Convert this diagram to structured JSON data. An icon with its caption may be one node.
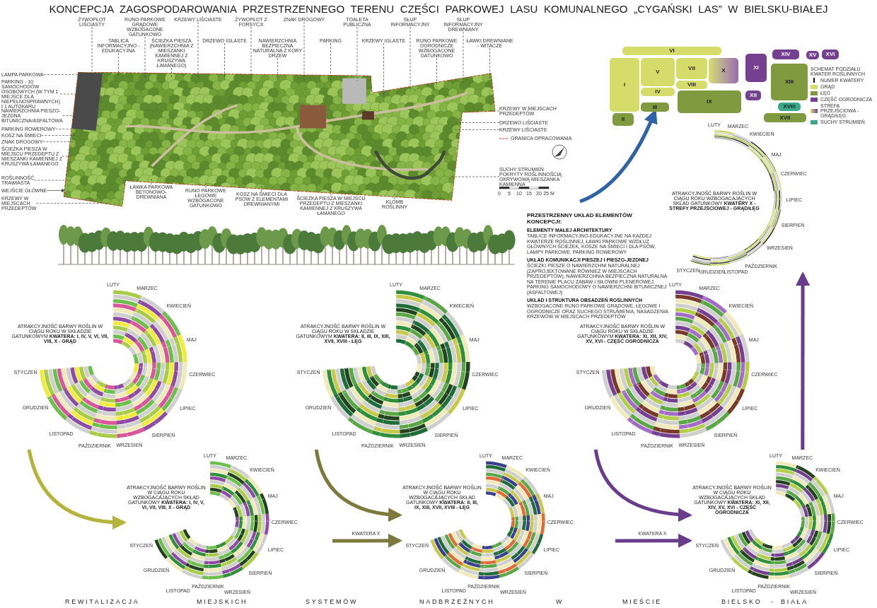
{
  "diagram": {
    "title": "KONCEPCJA ZAGOSPODAROWANIA PRZESTRZENNEGO TERENU CZĘŚCI PARKOWEJ LASU KOMUNALNEGO „CYGAŃSKI LAS” W BIELSKU-BIAŁEJ",
    "nodes": [
      {
        "text": [
          "ŻYWOPŁOT LIŚCIASTY"
        ]
      },
      {
        "text": [
          "TABLICA INFORMACYJNO - EDUKACYJNA"
        ]
      },
      {
        "text": [
          "RUNO PARKOWE GRĄDOWE WZBOGACONE GATUNKOWO"
        ]
      },
      {
        "text": [
          "ŚCIEŻKA PIESZA (NAWIERZCHNIA Z MIESZANKI KAMIENNEJ Z KRUSZYWA ŁAMANEGO)"
        ]
      },
      {
        "text": [
          "KRZEWY LIŚCIASTE"
        ]
      },
      {
        "text": [
          "DRZEWO IGLASTE"
        ]
      },
      {
        "text": [
          "ŻYWOPŁOT Z FORSYCJI"
        ]
      },
      {
        "text": [
          "NAWIERZCHNIA BEZPIECZNA NATURALNA Z KORY DRZEW"
        ]
      },
      {
        "text": [
          "ZNAK DROGOWY"
        ]
      },
      {
        "text": [
          "PARKING"
        ]
      },
      {
        "text": [
          "TOALETA PUBLICZNA"
        ]
      },
      {
        "text": [
          "KRZEWY IGLASTE"
        ]
      },
      {
        "text": [
          "SŁUP INFORMACYJNY"
        ]
      },
      {
        "text": [
          "RUNO PARKOWE OGRODNICZE WZBOGACONE GATUNKOWO"
        ]
      },
      {
        "text": [
          "SŁUP INFORMACYJNY DREWNIANY"
        ]
      },
      {
        "text": [
          "ŁAWKI DREWNIANE - WITACZE"
        ]
      },
      {
        "text": [
          "LAMPA PARKOWA"
        ]
      },
      {
        "text": [
          "PARKING - 10 SAMOCHODÓW OSOBOWYCH (W TYM 1 MIEJSCE DLA NIEPEŁNOSPRAWNYCH) I 1 AUTOKARU"
        ]
      },
      {
        "text": [
          "NAWIERZCHNIA PIESZO-JEZDNA BITUMICZNA/ASFALTOWA"
        ]
      },
      {
        "text": [
          "PARKING ROWEROWY"
        ]
      },
      {
        "text": [
          "KOSZ NA ŚMIECI"
        ]
      },
      {
        "text": [
          "ZNAK DROGOWY"
        ]
      },
      {
        "text": [
          "ŚCIEŻKA PIESZA W MIEJSCU PRZEDEPTU Z MIESZANKI KAMIENNEJ Z KRUSZYWA ŁAMANEGO"
        ]
      },
      {
        "text": [
          "ROŚLINNOŚĆ TRAWIASTA"
        ]
      },
      {
        "text": [
          "WEJŚCIE GŁÓWNE"
        ]
      },
      {
        "text": [
          "KRZEWY W MIEJSCACH PRZEDEPTÓW"
        ]
      },
      {
        "text": [
          "ŁAWKA PARKOWA BETONOWO-DREWNIANA"
        ]
      },
      {
        "text": [
          "RUNO PARKOWE ŁĘGOWE WZBOGACONE GATUNKOWO"
        ]
      },
      {
        "text": [
          "KOSZ NA ŚMIECI DLA PSÓW Z ELEMENTAMI DREWNIANYMI"
        ]
      },
      {
        "text": [
          "ŚCIEŻKA PIESZA W MIEJSCU PRZEDEPTU Z MIESZANKI KAMIENNEJ Z KRUSZYWA ŁAMANEGO"
        ]
      },
      {
        "text": [
          "KLOMB ROŚLINNY"
        ]
      },
      {
        "text": [
          "KRZEWY W MIEJSCACH PRZEDEPTÓW"
        ]
      },
      {
        "text": [
          "DRZEWO LIŚCIASTE"
        ]
      },
      {
        "text": [
          "KRZEWY LIŚCIASTE"
        ]
      },
      {
        "text": [
          "SUCHY STRUMIEŃ POKRYTY ROŚLINNOŚCIĄ OKRYWOWĄ MIESZANKA KAMIENNA"
        ]
      },
      {
        "text": [
          "I"
        ]
      },
      {
        "text": [
          "II"
        ]
      },
      {
        "text": [
          "III"
        ]
      },
      {
        "text": [
          "IV"
        ]
      },
      {
        "text": [
          "V"
        ]
      },
      {
        "text": [
          "VI"
        ]
      },
      {
        "text": [
          "VII"
        ]
      },
      {
        "text": [
          "VIII"
        ]
      },
      {
        "text": [
          "IX"
        ]
      },
      {
        "text": [
          "X"
        ]
      },
      {
        "text": [
          "XI"
        ]
      },
      {
        "text": [
          "XII"
        ]
      },
      {
        "text": [
          "XIII"
        ]
      },
      {
        "text": [
          "XIV"
        ]
      },
      {
        "text": [
          "XV"
        ]
      },
      {
        "text": [
          "XVI"
        ]
      },
      {
        "text": [
          "XVII"
        ]
      },
      {
        "text": [
          "XVIII"
        ]
      },
      {
        "text": [
          "ATRAKCYJNOŚĆ BARWY ROŚLIN W CIĄGU ROKU WZBOGACAJĄCYCH SKŁAD GATUNKOWY **KWATERY X - STREFY PRZEJŚCIOWEJ - GRĄD/ŁĘG**",
          "LUTY",
          "MARZEC",
          "KWIECIEŃ",
          "MAJ",
          "CZERWIEC",
          "LIPIEC",
          "SIERPIEŃ",
          "WRZESIEŃ",
          "PAŹDZIERNIK",
          "LISTOPAD",
          "GRUDZIEŃ",
          "STYCZEŃ"
        ]
      },
      {
        "text": [
          "ATRAKCYJNOŚĆ BARWY ROŚLIN W CIĄGU ROKU W SKŁADZIE GATUNKOWYM **KWATERA: I, IV, V, VI, VII, VIII, X - GRĄD**",
          "LUTY",
          "MARZEC",
          "KWIECIEŃ",
          "MAJ",
          "CZERWIEC",
          "LIPIEC",
          "SIERPIEŃ",
          "WRZESIEŃ",
          "PAŹDZIERNIK",
          "LISTOPAD",
          "GRUDZIEŃ",
          "STYCZEŃ"
        ]
      },
      {
        "text": [
          "ATRAKCYJNOŚĆ BARWY ROŚLIN W CIĄGU ROKU W SKŁADZIE GATUNKOWYM **KWATERA: II, III, IX, XIII, XVII, XVIII - ŁĘG**",
          "LUTY",
          "MARZEC",
          "KWIECIEŃ",
          "MAJ",
          "CZERWIEC",
          "LIPIEC",
          "SIERPIEŃ",
          "WRZESIEŃ",
          "PAŹDZIERNIK",
          "LISTOPAD",
          "GRUDZIEŃ",
          "STYCZEŃ"
        ]
      },
      {
        "text": [
          "ATRAKCYJNOŚĆ BARWY ROŚLIN W CIĄGU ROKU W SKŁADZIE GATUNKOWYM **KWATERA: XI, XII, XIV, XV, XVI - CZĘŚĆ OGRODNICZA**",
          "LUTY",
          "MARZEC",
          "KWIECIEŃ",
          "MAJ",
          "CZERWIEC",
          "LIPIEC",
          "SIERPIEŃ",
          "WRZESIEŃ",
          "PAŹDZIERNIK",
          "LISTOPAD",
          "GRUDZIEŃ",
          "STYCZEŃ"
        ]
      },
      {
        "text": [
          "ATRAKCYJNOŚĆ BARWY ROŚLIN W CIĄGU ROKU WZBOGACAJĄCYCH SKŁAD GATUNKOWY **KWATERA: I, IV, V, VI, VII, VIII, X - GRĄD**",
          "LUTY",
          "MARZEC",
          "KWIECIEŃ",
          "MAJ",
          "CZERWIEC",
          "LIPIEC",
          "SIERPIEŃ",
          "WRZESIEŃ",
          "PAŹDZIERNIK",
          "LISTOPAD",
          "GRUDZIEŃ",
          "STYCZEŃ"
        ]
      },
      {
        "text": [
          "ATRAKCYJNOŚĆ BARWY ROŚLIN W CIĄGU ROKU WZBOGACAJĄCYCH SKŁAD GATUNKOWY **KWATERA: II, III, IX, XIII, XVII, XVIII - ŁĘG**",
          "LUTY",
          "MARZEC",
          "KWIECIEŃ",
          "MAJ",
          "CZERWIEC",
          "LIPIEC",
          "SIERPIEŃ",
          "WRZESIEŃ",
          "PAŹDZIERNIK",
          "LISTOPAD",
          "GRUDZIEŃ",
          "STYCZEŃ"
        ]
      },
      {
        "text": [
          "ATRAKCYJNOŚĆ BARWY ROŚLIN W CIĄGU ROKU WZBOGACAJĄCYCH SKŁAD GATUNKOWY **KWATERA: XI, XII, XIV, XV, XVI - CZĘŚĆ OGRODNICZA**",
          "LUTY",
          "MARZEC",
          "KWIECIEŃ",
          "MAJ",
          "CZERWIEC",
          "LIPIEC",
          "SIERPIEŃ",
          "WRZESIEŃ",
          "PAŹDZIERNIK",
          "LISTOPAD",
          "GRUDZIEŃ",
          "STYCZEŃ"
        ]
      },
      {
        "text": [],
        "shape": "picture"
      }
    ],
    "edges": [
      {
        "from": 0,
        "to": 60,
        "arrow": "none",
        "style": "dashed"
      },
      {
        "from": 1,
        "to": 60,
        "arrow": "none",
        "style": "dashed"
      },
      {
        "from": 2,
        "to": 60,
        "arrow": "none",
        "style": "dashed"
      },
      {
        "from": 3,
        "to": 60,
        "arrow": "none",
        "style": "dashed"
      },
      {
        "from": 4,
        "to": 60,
        "arrow": "none",
        "style": "dashed"
      },
      {
        "from": 5,
        "to": 60,
        "arrow": "none",
        "style": "dashed"
      },
      {
        "from": 6,
        "to": 60,
        "arrow": "none",
        "style": "dashed"
      },
      {
        "from": 7,
        "to": 60,
        "arrow": "none",
        "style": "dashed"
      },
      {
        "from": 8,
        "to": 60,
        "arrow": "none",
        "style": "dashed"
      },
      {
        "from": 9,
        "to": 60,
        "arrow": "none",
        "style": "dashed"
      },
      {
        "from": 10,
        "to": 60,
        "arrow": "none",
        "style": "dashed"
      },
      {
        "from": 11,
        "to": 60,
        "arrow": "none",
        "style": "dashed"
      },
      {
        "from": 12,
        "to": 60,
        "arrow": "none",
        "style": "dashed"
      },
      {
        "from": 13,
        "to": 60,
        "arrow": "none",
        "style": "dashed"
      },
      {
        "from": 14,
        "to": 60,
        "arrow": "none",
        "style": "dashed"
      },
      {
        "from": 15,
        "to": 60,
        "arrow": "none",
        "style": "dashed"
      },
      {
        "from": 16,
        "to": 60,
        "arrow": "none",
        "style": "dashed"
      },
      {
        "from": 17,
        "to": 60,
        "arrow": "none",
        "style": "dashed"
      },
      {
        "from": 18,
        "to": 60,
        "arrow": "none",
        "style": "dashed"
      },
      {
        "from": 19,
        "to": 60,
        "arrow": "none",
        "style": "dashed"
      },
      {
        "from": 20,
        "to": 60,
        "arrow": "none",
        "style": "dashed"
      },
      {
        "from": 21,
        "to": 60,
        "arrow": "none",
        "style": "dashed"
      },
      {
        "from": 22,
        "to": 60,
        "arrow": "none",
        "style": "dashed"
      },
      {
        "from": 23,
        "to": 60,
        "arrow": "none",
        "style": "dashed"
      },
      {
        "from": 24,
        "to": 60,
        "arrow": "to"
      },
      {
        "from": 25,
        "to": 60,
        "arrow": "none",
        "style": "dashed"
      },
      {
        "from": 26,
        "to": 60,
        "arrow": "none",
        "style": "dashed"
      },
      {
        "from": 27,
        "to": 60,
        "arrow": "none",
        "style": "dashed"
      },
      {
        "from": 28,
        "to": 60,
        "arrow": "none",
        "style": "dashed"
      },
      {
        "from": 29,
        "to": 60,
        "arrow": "none",
        "style": "dashed"
      },
      {
        "from": 30,
        "to": 60,
        "arrow": "none",
        "style": "dashed"
      },
      {
        "from": 31,
        "to": 60,
        "arrow": "none",
        "style": "dashed"
      },
      {
        "from": 32,
        "to": 60,
        "arrow": "none",
        "style": "dashed"
      },
      {
        "from": 33,
        "to": 60,
        "arrow": "none",
        "style": "dashed"
      },
      {
        "from": 34,
        "to": 60,
        "arrow": "none",
        "style": "dashed"
      },
      {
        "from": null,
        "to": 37,
        "arrow": "to",
        "style": "thick",
        "color": "#2f63a6"
      },
      {
        "from": 54,
        "to": 57,
        "arrow": "to",
        "style": "thick",
        "color": "#b4b43c"
      },
      {
        "from": 55,
        "to": 58,
        "arrow": "to",
        "style": "thick",
        "color": "#7d7a3e"
      },
      {
        "from": null,
        "to": 58,
        "arrow": "to",
        "label": "KWATERA X",
        "style": "thick",
        "color": "#7d7a3e"
      },
      {
        "from": 56,
        "to": 59,
        "arrow": "to",
        "style": "thick",
        "color": "#6a3d8c"
      },
      {
        "from": null,
        "to": 59,
        "arrow": "to",
        "label": "KWATERA X",
        "style": "thick",
        "color": "#6a3d8c"
      },
      {
        "from": 59,
        "to": 53,
        "arrow": "to",
        "style": "thick",
        "color": "#6a3d8c"
      }
    ],
    "labels": [
      "0",
      "5",
      "10",
      "15",
      "20",
      "25 M",
      "SCHEMAT PODZIAŁU KWATER ROŚLINNYCH",
      "PRZESTRZENNY UKŁAD ELEMENTÓW KONCEPCJI:",
      "ELEMENTY MAŁEJ ARCHITEKTURY",
      "TABLICE INFORMACYJNO-EDUKACYJNE NA KAŻDEJ KWATERZE ROŚLINNEJ, ŁAWKI PARKOWE WZDŁUŻ GŁÓWNYCH ŚCIEŻEK, KOSZE NA ŚMIECI I DLA PSÓW, LAMPY PARKOWE, PARKING ROWEROWY",
      "UKŁAD KOMUNIKACJI PIESZEJ I PIESZO-JEZDNEJ",
      "ŚCIEŻKI PIESZE O NAWIERZCHNI NATURALNEJ (ZAPROJEKTOWANE RÓWNIEŻ W MIEJSCACH PRZEDEPTÓW), NAWIERZCHNIA BEZPIECZNA NATURALNA NA TERENIE PLACU ZABAW I SIŁOWNI PLENEROWEJ, PARKING SAMOCHODOWY O NAWIERZCHNI BITUMICZNEJ (ASFALTOWEJ)",
      "UKŁAD I STRUKTURA OBSADZEŃ ROŚLINNYCH",
      "WZBOGACONE RUNO PARKOWE GRĄDOWE, ŁĘGOWE I OGRODNICZE ORAZ SUCHEGO STRUMIENIA, NASADZENIA KRZEWÓW W MIEJSCACH PRZEDEPTÓW",
      "REWITALIZACJA",
      "MIEJSKICH",
      "SYSTEMÓW",
      "NADBRZEŻNYCH",
      "W",
      "MIEŚCIE",
      "BIELSKO",
      "-",
      "BIAŁA"
    ],
    "legend": [
      {
        "text": "GRANICA OPRACOWANIA"
      },
      {
        "text": "NUMER KWATERY"
      },
      {
        "text": "GRĄD",
        "color": "#d6dc6a"
      },
      {
        "text": "ŁĘG",
        "color": "#7f9a3f"
      },
      {
        "text": "CZĘŚĆ OGRODNICZA",
        "color": "#74408f"
      },
      {
        "text": "STREFA PRZEJŚCIOWA - GRĄD/ŁĘG"
      },
      {
        "text": "SUCHY STRUMIEŃ",
        "color": "#3aa98a"
      }
    ]
  }
}
